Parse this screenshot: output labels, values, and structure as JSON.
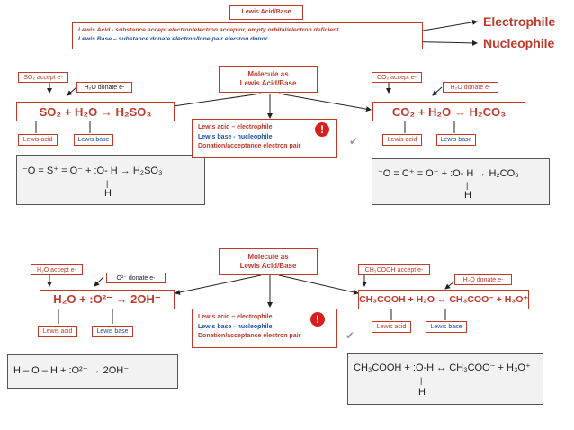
{
  "top": {
    "title": "Lewis Acid/Base",
    "lewis_acid_def": "Lewis  Acid -  substance accept electron/electron acceptor, empty orbital/electron deficient",
    "lewis_base_def": "Lewis Base – substance donate electron/lone pair electron donor",
    "electrophile": "Electrophile",
    "nucleophile": "Nucleophile"
  },
  "panel1": {
    "center_title": "Molecule as\nLewis Acid/Base",
    "summary_acid": "Lewis acid – electrophile",
    "summary_base": "Lewis base - nucleophile",
    "summary_donation": "Donation/acceptance electron pair",
    "left": {
      "accept_note": "SO₂ accept  e-",
      "donate_note": "H₂O donate  e-",
      "equation": "SO₂  +  H₂O →  H₂SO₃",
      "acid_label": "Lewis acid",
      "base_label": "Lewis base",
      "structure_main": "⁻O = S⁺ = O⁻   +  :O- H  → H₂SO₃",
      "structure_h": "H"
    },
    "right": {
      "accept_note": "CO₂ accept  e-",
      "donate_note": "H₂O donate  e-",
      "equation": "CO₂  +  H₂O →  H₂CO₃",
      "acid_label": "Lewis acid",
      "base_label": "Lewis base",
      "structure_main": "⁻O = C⁺ = O⁻   +  :O- H  → H₂CO₃",
      "structure_h": "H"
    }
  },
  "panel2": {
    "center_title": "Molecule as\nLewis Acid/Base",
    "summary_acid": "Lewis acid – electrophile",
    "summary_base": "Lewis base - nucleophile",
    "summary_donation": "Donation/acceptance electron pair",
    "left": {
      "accept_note": "H₂O accept  e-",
      "donate_note": "O²⁻ donate  e-",
      "equation": "H₂O +  :O²⁻  → 2OH⁻",
      "acid_label": "Lewis acid",
      "base_label": "Lewis base",
      "structure_main": "H – O – H  +   :O²⁻ → 2OH⁻"
    },
    "right": {
      "accept_note": "CH₃COOH accept  e-",
      "donate_note": "H₂O donate  e-",
      "equation": "CH₃COOH + H₂O ↔ CH₃COO⁻ + H₃O⁺",
      "acid_label": "Lewis acid",
      "base_label": "Lewis base",
      "structure_main": "CH₃COOH +  :O-H  ↔  CH₃COO⁻ + H₃O⁺",
      "structure_h": "H"
    }
  },
  "icons": {
    "alert": "!",
    "check": "✔"
  }
}
